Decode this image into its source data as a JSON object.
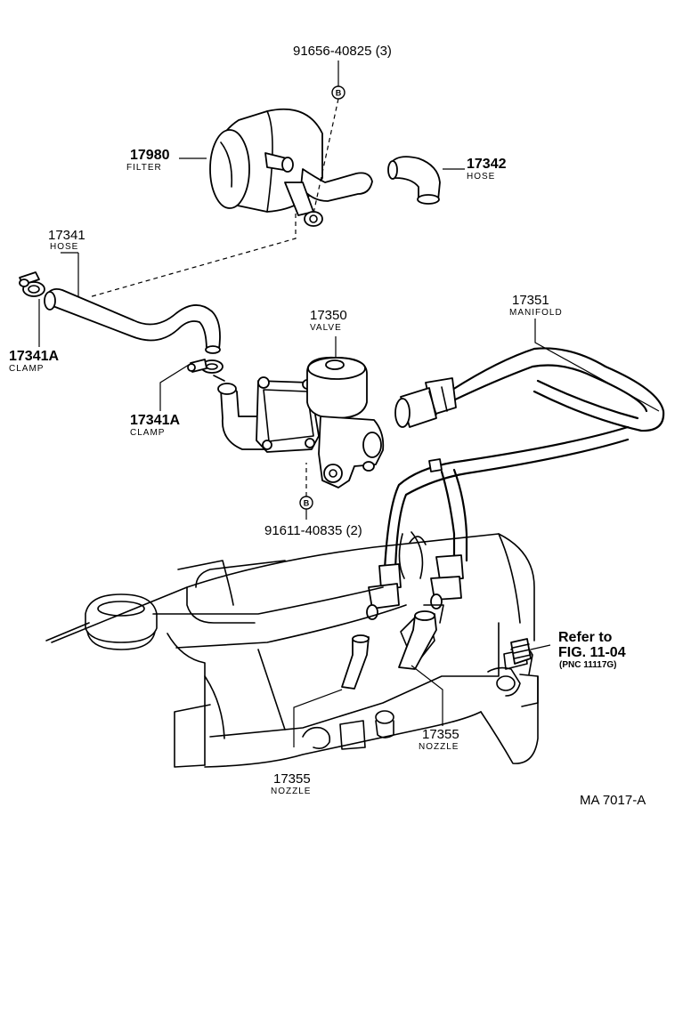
{
  "parts": {
    "bolt_top": {
      "number": "91656-40825 (3)"
    },
    "filter": {
      "number": "17980",
      "name": "FILTER"
    },
    "hose_17342": {
      "number": "17342",
      "name": "HOSE"
    },
    "hose_17341": {
      "number": "17341",
      "name": "HOSE"
    },
    "clamp_left": {
      "number": "17341A",
      "name": "CLAMP"
    },
    "valve": {
      "number": "17350",
      "name": "VALVE"
    },
    "manifold": {
      "number": "17351",
      "name": "MANIFOLD"
    },
    "clamp_mid": {
      "number": "17341A",
      "name": "CLAMP"
    },
    "bolt_bottom": {
      "number": "91611-40835 (2)"
    },
    "nozzle_right": {
      "number": "17355",
      "name": "NOZZLE"
    },
    "nozzle_left": {
      "number": "17355",
      "name": "NOZZLE"
    }
  },
  "bolt_marker": "B",
  "reference": {
    "line1": "Refer to",
    "line2": "FIG. 11-04",
    "line3": "(PNC 11117G)"
  },
  "diagram_code": "MA 7017-A"
}
